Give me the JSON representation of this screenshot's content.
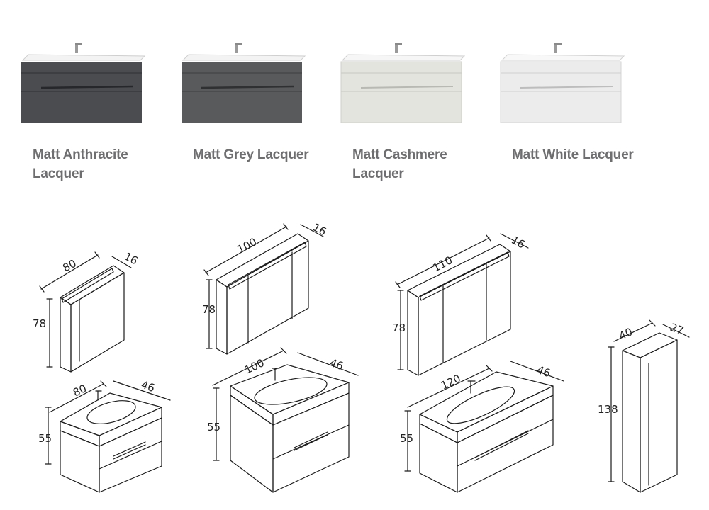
{
  "finishes": [
    {
      "label": "Matt Anthracite Lacquer",
      "color": "#4a4c4f"
    },
    {
      "label": "Matt Grey Lacquer",
      "color": "#585a5c"
    },
    {
      "label": "Matt Cashmere Lacquer",
      "color": "#e3e4de"
    },
    {
      "label": "Matt White Lacquer",
      "color": "#ececec"
    }
  ],
  "dimensions": {
    "cabinet_80": {
      "width": "80",
      "depth": "16",
      "height": "78"
    },
    "cabinet_100": {
      "width": "100",
      "depth": "16",
      "height": "78"
    },
    "cabinet_110": {
      "width": "110",
      "depth": "16",
      "height": "78"
    },
    "vanity_80": {
      "width": "80",
      "depth": "46",
      "height": "55"
    },
    "vanity_100": {
      "width": "100",
      "depth": "46",
      "height": "55"
    },
    "vanity_120": {
      "width": "120",
      "depth": "46",
      "height": "55"
    },
    "tall_unit": {
      "width": "40",
      "depth": "27",
      "height": "138"
    }
  }
}
